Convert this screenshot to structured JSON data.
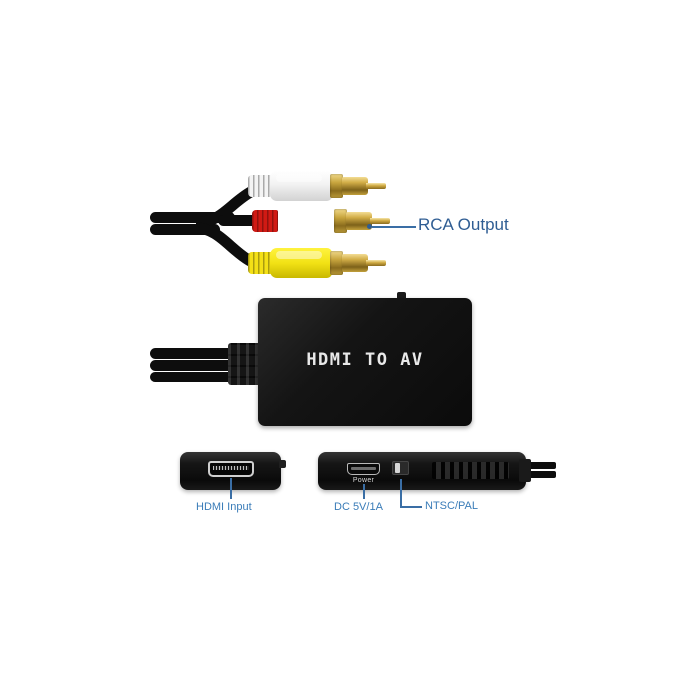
{
  "image": {
    "subject": "HDMI to AV converter adapter product photo",
    "background_color": "#ffffff"
  },
  "product": {
    "device_label": "HDMI TO AV",
    "port_silkscreen": "Power"
  },
  "callouts": [
    {
      "id": "rca-output",
      "label": "RCA Output",
      "color": "#2f5d93",
      "font_size": 17
    },
    {
      "id": "hdmi-input",
      "label": "HDMI Input",
      "color": "#3a7cb8",
      "font_size": 11
    },
    {
      "id": "dc-power",
      "label": "DC 5V/1A",
      "color": "#3a7cb8",
      "font_size": 11
    },
    {
      "id": "ntsc-pal",
      "label": "NTSC/PAL",
      "color": "#3a7cb8",
      "font_size": 11
    }
  ],
  "connectors": [
    {
      "id": "video-white",
      "color_name": "white",
      "hex": "#f4f4f4",
      "signal": "audio-left"
    },
    {
      "id": "audio-red",
      "color_name": "red",
      "hex": "#c4150f",
      "signal": "audio-right"
    },
    {
      "id": "video-yellow",
      "color_name": "yellow",
      "hex": "#f2e215",
      "signal": "composite-video"
    }
  ],
  "palette": {
    "gold": "#c9a63f",
    "body_black": "#0b0b0b",
    "callout_blue": "#3a7cb8",
    "callout_navy": "#2f5d93"
  }
}
